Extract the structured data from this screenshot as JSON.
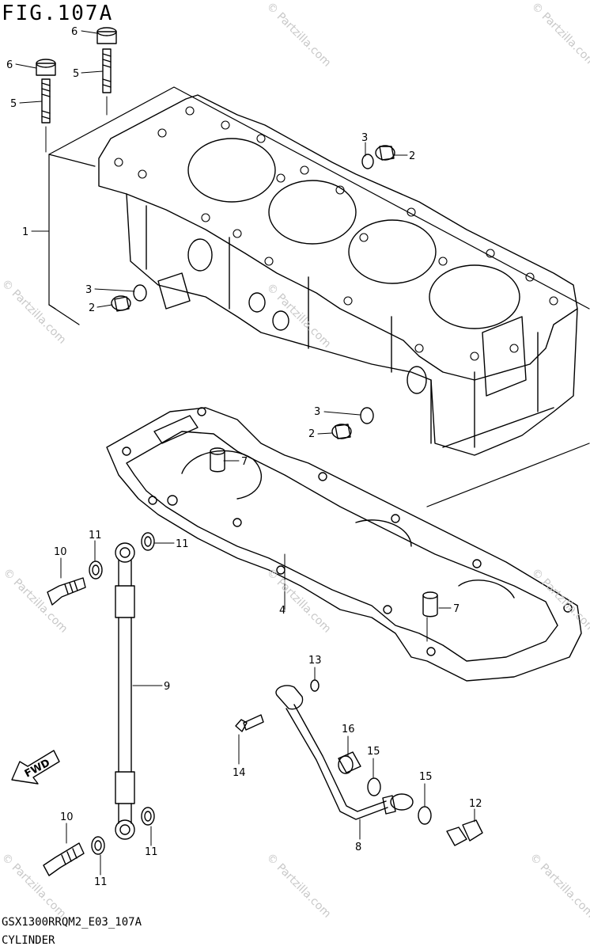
{
  "title": "FIG.107A",
  "model_code": "GSX1300RRQM2_E03_107A",
  "section_name": "CYLINDER",
  "watermark": "© Partzilla.com",
  "fwd_label": "FWD",
  "parts": [
    {
      "id": "1"
    },
    {
      "id": "2"
    },
    {
      "id": "3"
    },
    {
      "id": "4"
    },
    {
      "id": "5"
    },
    {
      "id": "6"
    },
    {
      "id": "7"
    },
    {
      "id": "8"
    },
    {
      "id": "9"
    },
    {
      "id": "10"
    },
    {
      "id": "11"
    },
    {
      "id": "12"
    },
    {
      "id": "13"
    },
    {
      "id": "14"
    },
    {
      "id": "15"
    },
    {
      "id": "16"
    }
  ],
  "callouts": {
    "c1": "1",
    "c2a": "2",
    "c2b": "2",
    "c2c": "2",
    "c3a": "3",
    "c3b": "3",
    "c3c": "3",
    "c4": "4",
    "c5a": "5",
    "c5b": "5",
    "c6a": "6",
    "c6b": "6",
    "c7a": "7",
    "c7b": "7",
    "c8": "8",
    "c9": "9",
    "c10a": "10",
    "c10b": "10",
    "c11a": "11",
    "c11b": "11",
    "c11c": "11",
    "c11d": "11",
    "c12": "12",
    "c13": "13",
    "c14": "14",
    "c15a": "15",
    "c15b": "15",
    "c16": "16"
  }
}
